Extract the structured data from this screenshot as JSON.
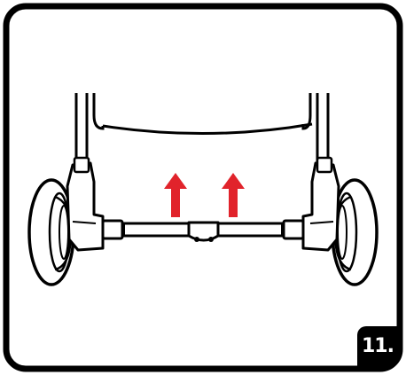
{
  "step": {
    "label": "11."
  },
  "colors": {
    "outline": "#000000",
    "arrow": "#e1232b",
    "background": "#ffffff",
    "badge_background": "#000000",
    "badge_text": "#ffffff"
  },
  "illustration": {
    "subject": "stroller-rear-axle",
    "arrow_count": 2,
    "arrow_direction": "up"
  }
}
